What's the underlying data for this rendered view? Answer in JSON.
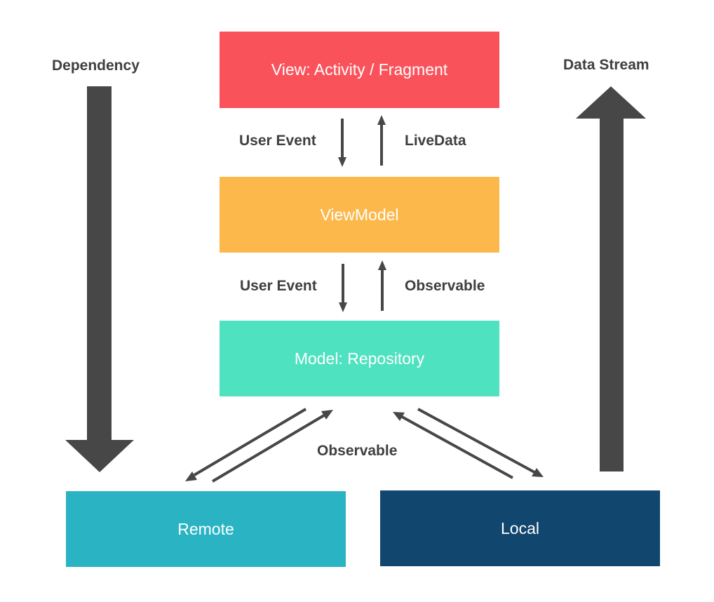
{
  "diagram": {
    "side_labels": {
      "dependency": "Dependency",
      "data_stream": "Data Stream"
    },
    "boxes": {
      "view": {
        "label": "View: Activity / Fragment",
        "color": "#f9525a"
      },
      "viewmodel": {
        "label": "ViewModel",
        "color": "#fdb84c"
      },
      "model": {
        "label": "Model: Repository",
        "color": "#4ee2c0"
      },
      "remote": {
        "label": "Remote",
        "color": "#2ab4c3"
      },
      "local": {
        "label": "Local",
        "color": "#11466e"
      }
    },
    "edge_labels": {
      "view_vm_down": "User Event",
      "view_vm_up": "LiveData",
      "vm_model_down": "User Event",
      "vm_model_up": "Observable",
      "model_sources": "Observable"
    },
    "arrow_color": "#474747"
  }
}
